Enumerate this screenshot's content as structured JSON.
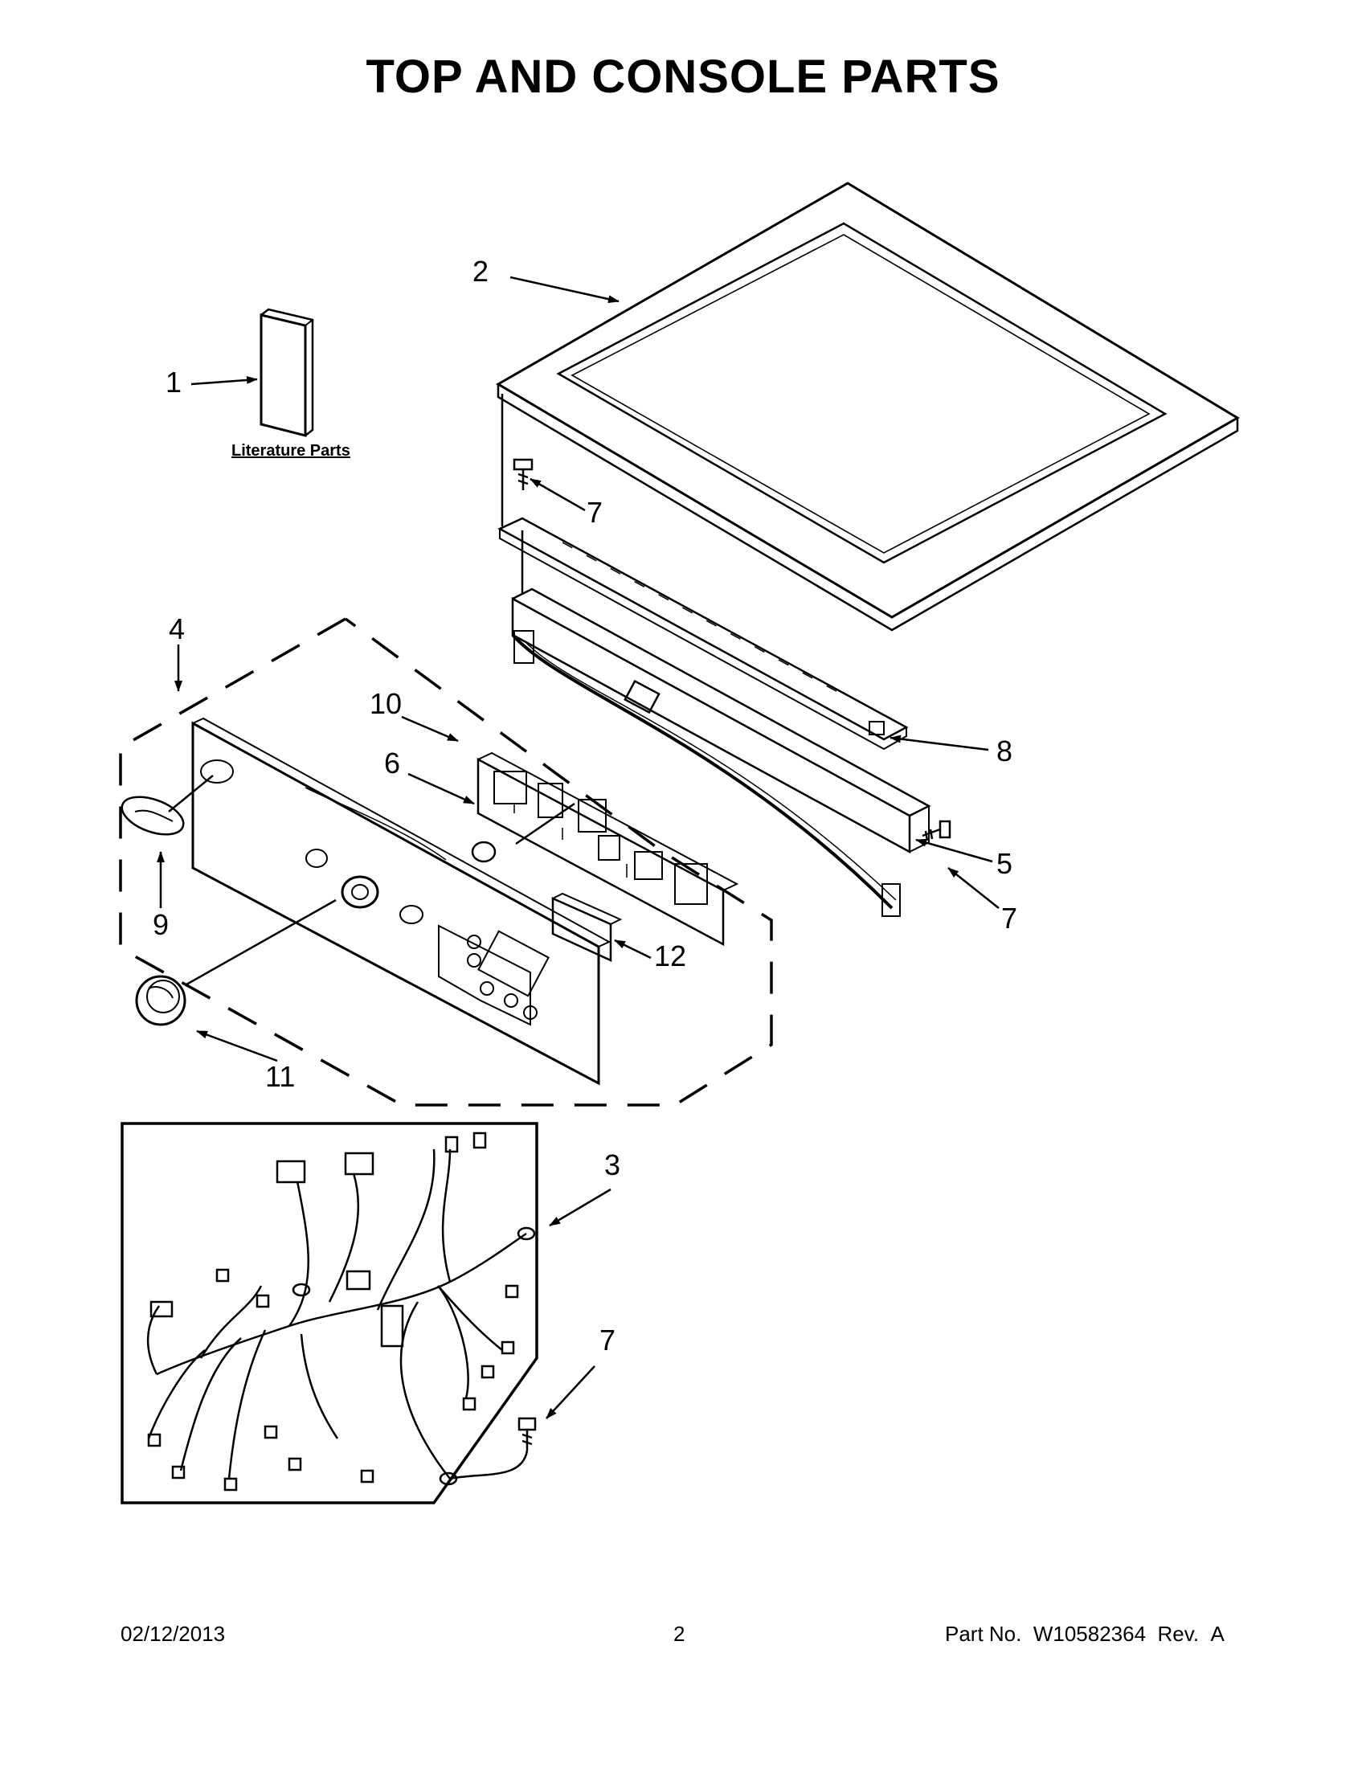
{
  "title": "TOP AND CONSOLE PARTS",
  "literature_link": "Literature Parts",
  "callouts": {
    "c1": "1",
    "c2": "2",
    "c3": "3",
    "c4": "4",
    "c5": "5",
    "c6": "6",
    "c7a": "7",
    "c7b": "7",
    "c7c": "7",
    "c8": "8",
    "c9": "9",
    "c10": "10",
    "c11": "11",
    "c12": "12"
  },
  "footer": {
    "date": "02/12/2013",
    "page": "2",
    "part_label": "Part No.",
    "part_number": "W10582364",
    "rev_label": "Rev.",
    "rev": "A"
  }
}
